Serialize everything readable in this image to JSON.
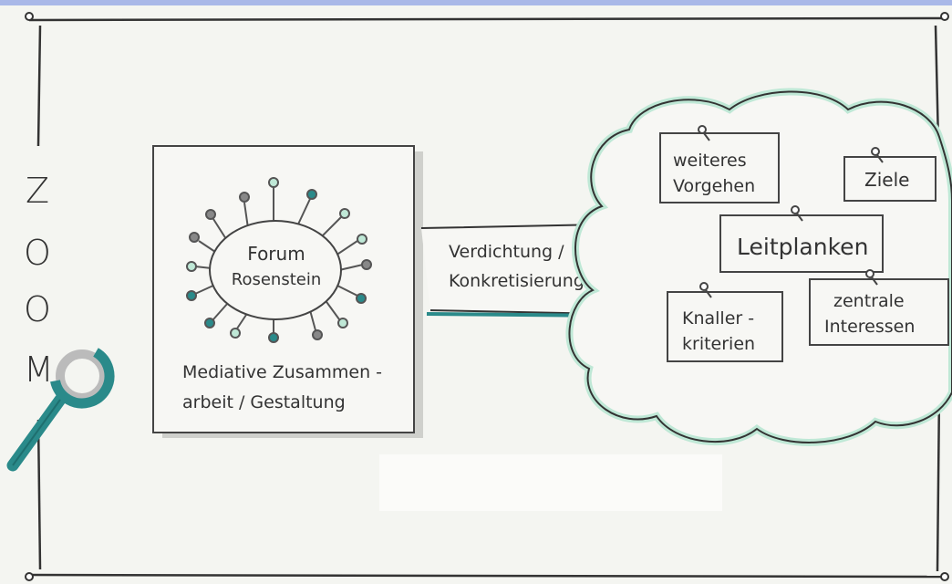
{
  "zoom_letters": [
    "Z",
    "O",
    "O",
    "M"
  ],
  "forum_box": {
    "center_label_line1": "Forum",
    "center_label_line2": "Rosenstein",
    "caption_line1": "Mediative Zusammen -",
    "caption_line2": "arbeit / Gestaltung"
  },
  "arrow": {
    "label_line1": "Verdichtung /",
    "label_line2": "Konkretisierung"
  },
  "cloud": {
    "notes": {
      "weiteres_line1": "weiteres",
      "weiteres_line2": "Vorgehen",
      "ziele": "Ziele",
      "leitplanken": "Leitplanken",
      "knaller_line1": "Knaller -",
      "knaller_line2": "kriterien",
      "zentrale_line1": "zentrale",
      "zentrale_line2": "Interessen"
    }
  },
  "colors": {
    "teal": "#2a8a8a",
    "mint": "#bfe8d6",
    "gray": "#888888",
    "ink": "#333333"
  }
}
